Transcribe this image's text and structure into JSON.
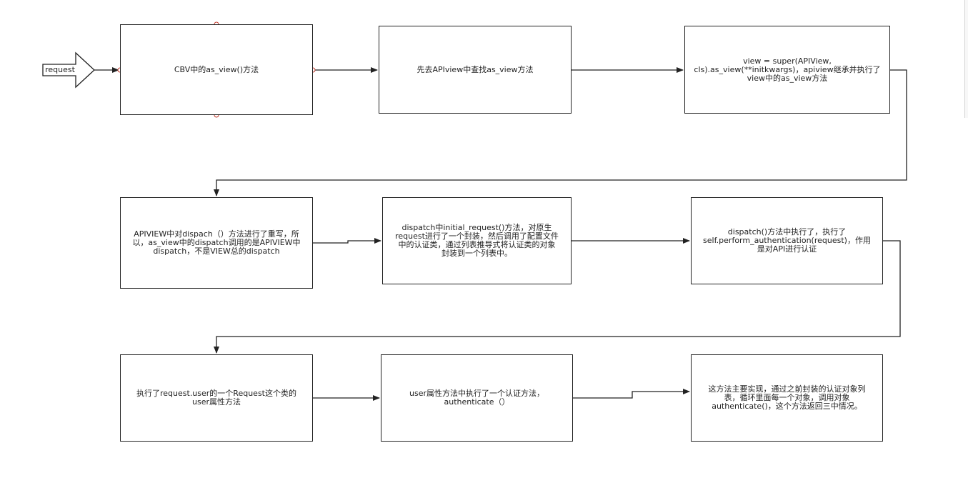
{
  "diagram": {
    "colors": {
      "stroke": "#222222",
      "handle": "#c0392b",
      "background": "#ffffff"
    },
    "entry_arrow": {
      "label": "request"
    },
    "nodes": [
      {
        "id": "n1",
        "text": "CBV中的as_view()方法"
      },
      {
        "id": "n2",
        "text": "先去APIview中查找as_view方法"
      },
      {
        "id": "n3",
        "text": "view = super(APIView,\ncls).as_view(**initkwargs)，apiview继承并执行了\nview中的as_view方法"
      },
      {
        "id": "n4",
        "text": "APIVIEW中对dispach（）方法进行了重写，所\n以，as_view中的dispatch调用的是APIVIEW中\ndispatch，不是VIEW总的dispatch"
      },
      {
        "id": "n5",
        "text": "dispatch中initial_request()方法，对原生\nrequest进行了一个封装，然后调用了配置文件\n中的认证类，通过列表推导式将认证类的对象\n封装到一个列表中。"
      },
      {
        "id": "n6",
        "text": "dispatch()方法中执行了，执行了\nself.perform_authentication(request)，作用\n是对API进行认证"
      },
      {
        "id": "n7",
        "text": "执行了request.user的一个Request这个类的\nuser属性方法"
      },
      {
        "id": "n8",
        "text": "user属性方法中执行了一个认证方法，\nauthenticate（）"
      },
      {
        "id": "n9",
        "text": "这方法主要实现，通过之前封装的认证对象列\n表，循环里面每一个对象，调用对象\nauthenticate()，这个方法返回三中情况。"
      }
    ],
    "edges": [
      {
        "from": "n1",
        "to": "n2"
      },
      {
        "from": "n2",
        "to": "n3"
      },
      {
        "from": "n3",
        "to": "n4"
      },
      {
        "from": "n4",
        "to": "n5"
      },
      {
        "from": "n5",
        "to": "n6"
      },
      {
        "from": "n6",
        "to": "n7"
      },
      {
        "from": "n7",
        "to": "n8"
      },
      {
        "from": "n8",
        "to": "n9"
      }
    ]
  }
}
